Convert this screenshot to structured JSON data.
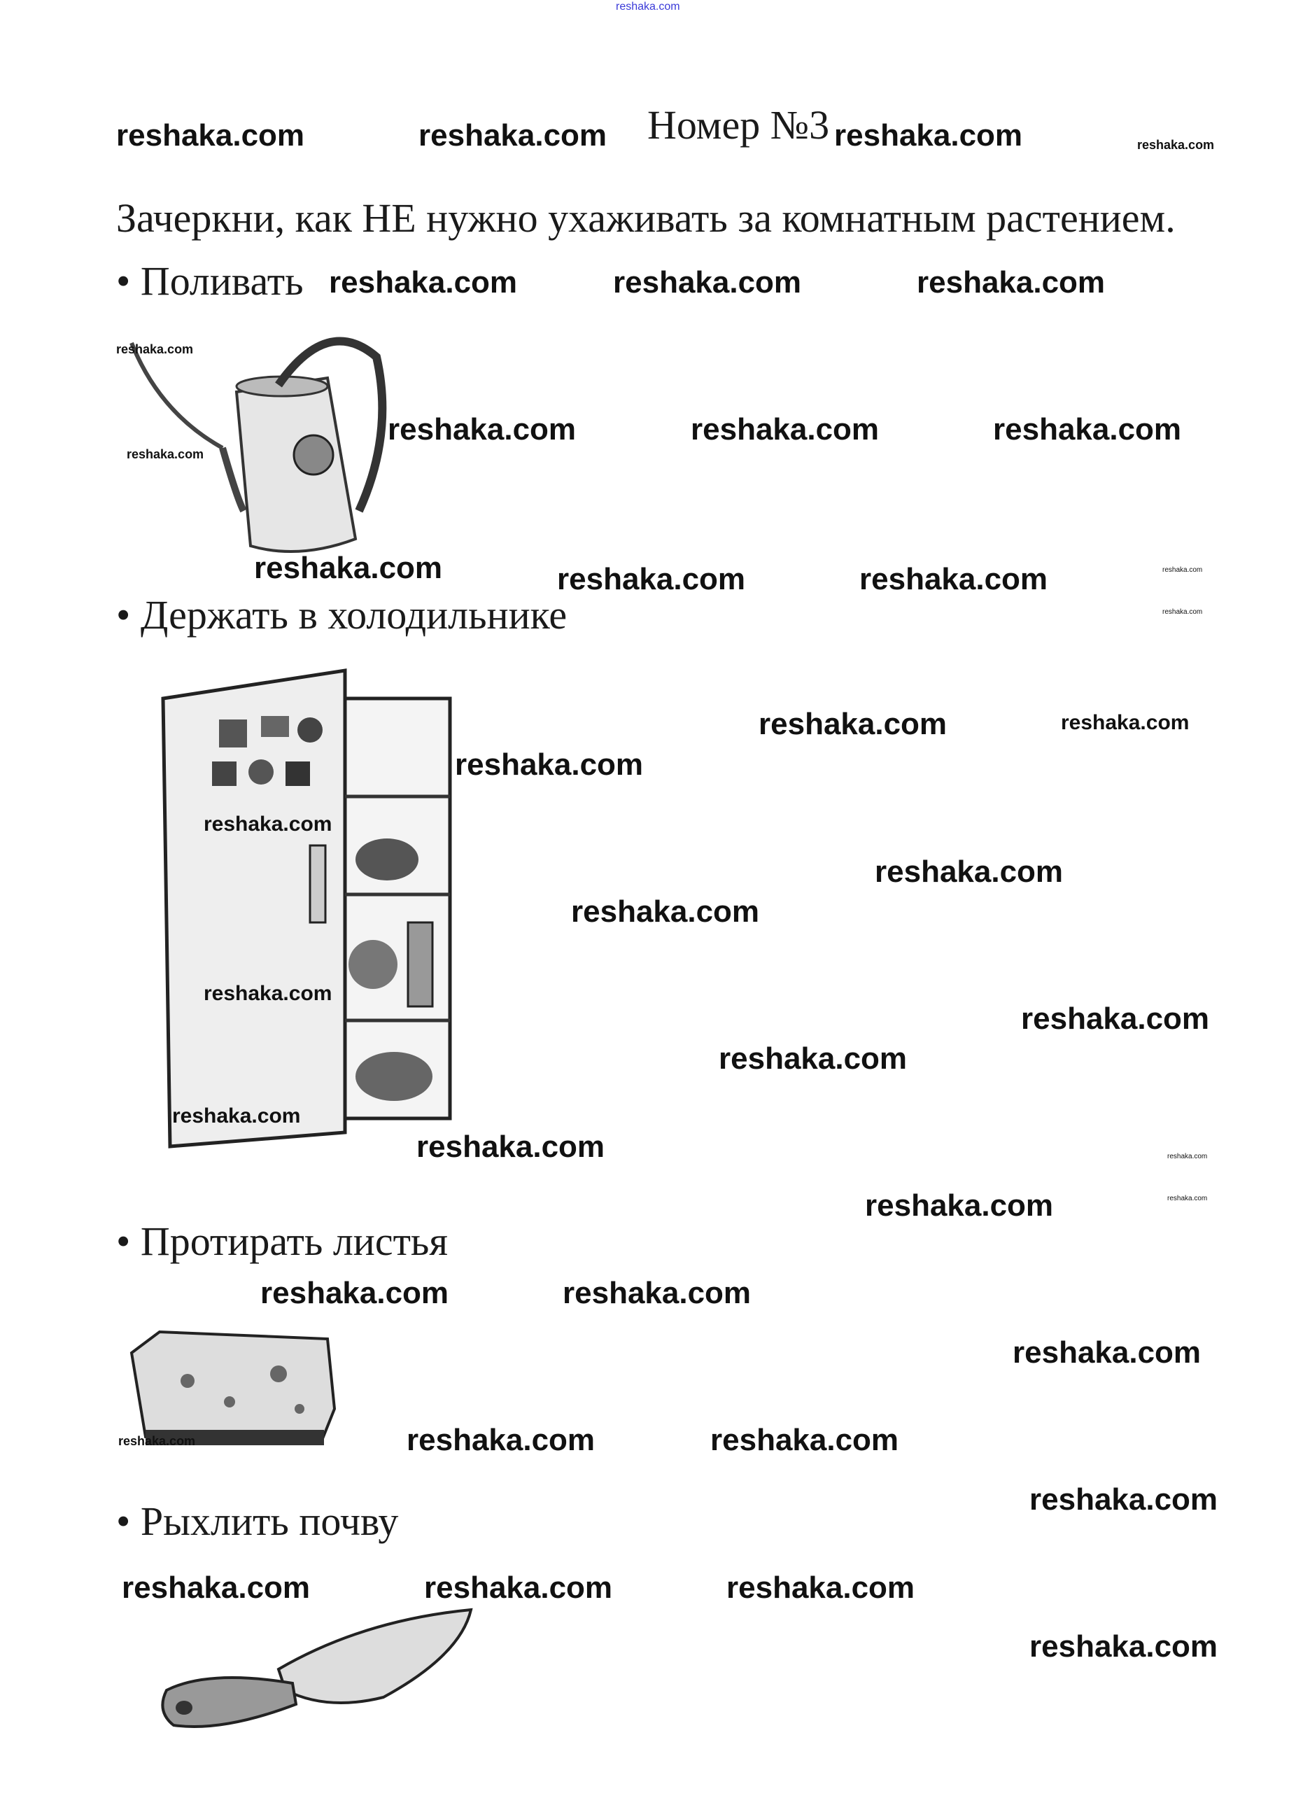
{
  "header": {
    "site_mark": "reshaka.com"
  },
  "title": "Номер №3",
  "instruction": "Зачеркни, как НЕ нужно ухаживать за комнатным растением.",
  "options": [
    {
      "bullet": "•",
      "label": "Поливать",
      "image": "watering-can"
    },
    {
      "bullet": "•",
      "label": "Держать в холодильнике",
      "image": "refrigerator"
    },
    {
      "bullet": "•",
      "label": "Протирать листья",
      "image": "sponge"
    },
    {
      "bullet": "•",
      "label": "Рыхлить почву",
      "image": "garden-trowel"
    }
  ],
  "watermark": "reshaka.com"
}
